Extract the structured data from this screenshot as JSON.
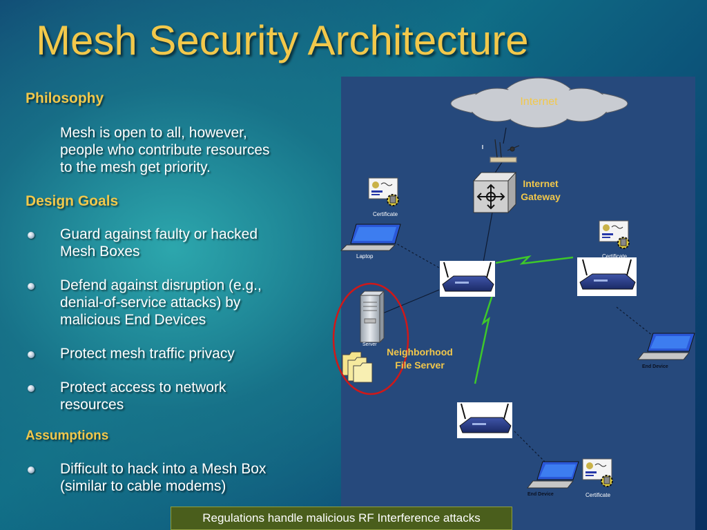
{
  "title": "Mesh Security Architecture",
  "philosophy": {
    "heading": "Philosophy",
    "text": [
      "Mesh is open to all, however,",
      "people who contribute resources",
      "to the mesh get priority."
    ]
  },
  "design_goals": {
    "heading": "Design Goals",
    "items": [
      [
        "Guard against faulty or hacked",
        "Mesh Boxes"
      ],
      [
        "Defend against disruption  (e.g.,",
        "denial-of-service attacks) by",
        "malicious End Devices"
      ],
      [
        "Protect mesh traffic privacy"
      ],
      [
        "Protect access to network",
        "resources"
      ]
    ]
  },
  "assumptions": {
    "heading": "Assumptions",
    "items": [
      [
        "Difficult to hack into a Mesh Box",
        "(similar to cable modems)"
      ]
    ]
  },
  "diagram": {
    "cloud_label": "Internet",
    "gateway_label": [
      "Internet",
      "Gateway"
    ],
    "server_label": [
      "Neighborhood",
      "File Server"
    ],
    "certificate_label": "Certificate",
    "laptop_label": "Laptop",
    "server_caption": "Server",
    "end_device_label": "End Device"
  },
  "bottom_note": "Regulations handle malicious RF Interference attacks",
  "colors": {
    "title": "#f2c84b",
    "panel": "#26497c",
    "highlight_ellipse": "#d01818",
    "wireless_link": "#3ec82a"
  }
}
